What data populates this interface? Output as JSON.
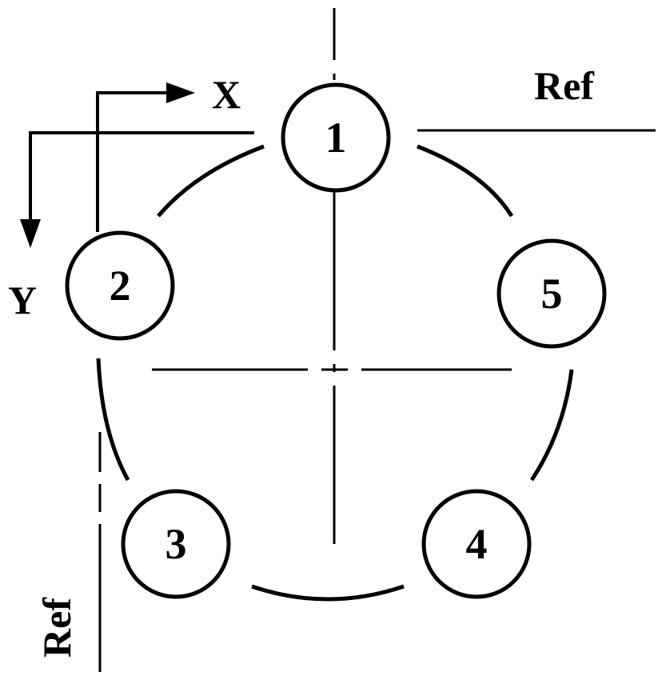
{
  "holes": [
    {
      "label": "1"
    },
    {
      "label": "2"
    },
    {
      "label": "3"
    },
    {
      "label": "4"
    },
    {
      "label": "5"
    }
  ],
  "axes": {
    "x_label": "X",
    "y_label": "Y"
  },
  "references": {
    "top": "Ref",
    "left": "Ref"
  },
  "colors": {
    "ink": "#000000",
    "background": "#ffffff"
  }
}
